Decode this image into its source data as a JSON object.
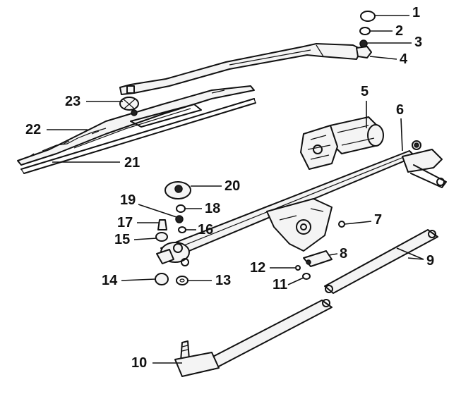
{
  "callouts": {
    "n1": "1",
    "n2": "2",
    "n3": "3",
    "n4": "4",
    "n5": "5",
    "n6": "6",
    "n7": "7",
    "n8": "8",
    "n9": "9",
    "n10": "10",
    "n11": "11",
    "n12": "12",
    "n13": "13",
    "n14": "14",
    "n15": "15",
    "n16": "16",
    "n17": "17",
    "n18": "18",
    "n19": "19",
    "n20": "20",
    "n21": "21",
    "n22": "22",
    "n23": "23"
  },
  "colors": {
    "ink": "#111111",
    "paper": "#ffffff"
  }
}
